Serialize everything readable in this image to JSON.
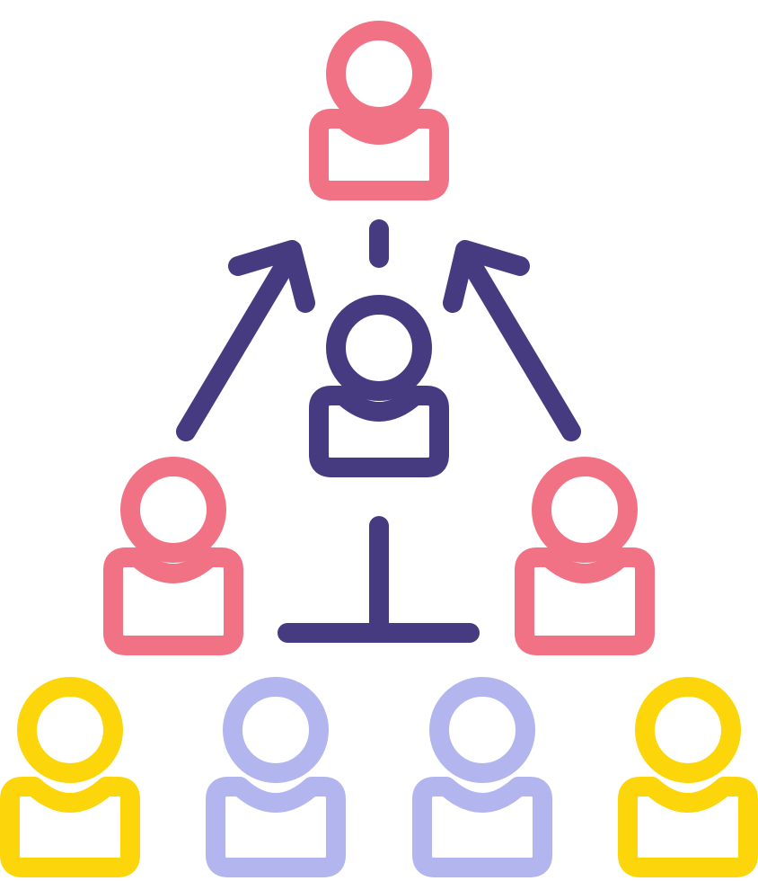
{
  "icon": {
    "name": "team-hierarchy-icon",
    "colors": {
      "pink": "#F07284",
      "navy": "#463B80",
      "yellow": "#FCD50A",
      "lavender": "#B3B5EE"
    },
    "people": [
      {
        "role": "top-person",
        "color": "pink"
      },
      {
        "role": "center-person",
        "color": "navy"
      },
      {
        "role": "middle-left-person",
        "color": "pink"
      },
      {
        "role": "middle-right-person",
        "color": "pink"
      },
      {
        "role": "bottom-far-left-person",
        "color": "yellow"
      },
      {
        "role": "bottom-left-person",
        "color": "lavender"
      },
      {
        "role": "bottom-right-person",
        "color": "lavender"
      },
      {
        "role": "bottom-far-right-person",
        "color": "yellow"
      }
    ],
    "connectors": [
      "arrow-up-right",
      "arrow-up-left",
      "vertical-link",
      "t-stand"
    ]
  }
}
